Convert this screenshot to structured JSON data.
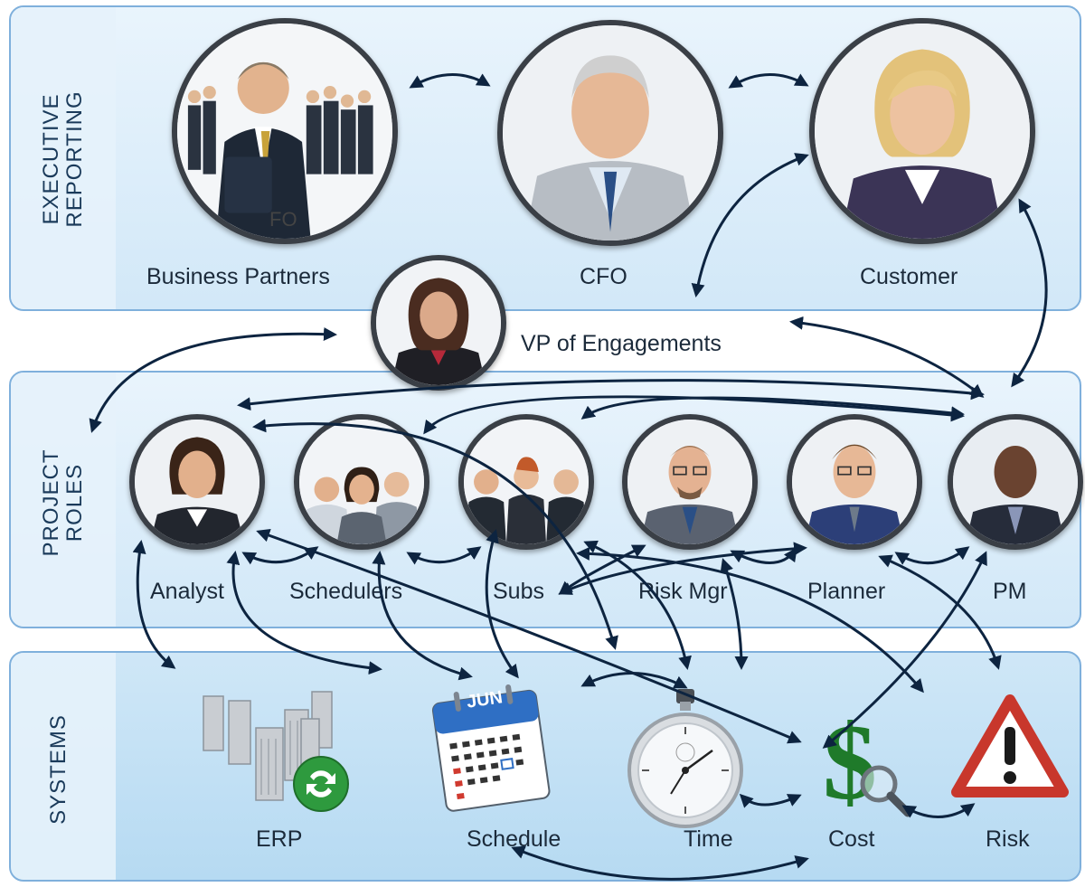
{
  "bands": {
    "executive": "EXECUTIVE\nREPORTING",
    "project": "PROJECT\nROLES",
    "systems": "SYSTEMS"
  },
  "executive": {
    "business_partners": "Business Partners",
    "business_partners_overlay": "FO",
    "cfo": "CFO",
    "customer": "Customer"
  },
  "vp": "VP of Engagements",
  "roles": {
    "analyst": "Analyst",
    "schedulers": "Schedulers",
    "subs": "Subs",
    "risk_mgr": "Risk Mgr",
    "planner": "Planner",
    "pm": "PM"
  },
  "systems": {
    "erp": "ERP",
    "schedule": "Schedule",
    "schedule_month": "JUN",
    "time": "Time",
    "cost": "Cost",
    "risk": "Risk"
  },
  "colors": {
    "arrow": "#0d2440",
    "band_border": "#7fb0dc",
    "circle_border": "#3a3f46"
  }
}
